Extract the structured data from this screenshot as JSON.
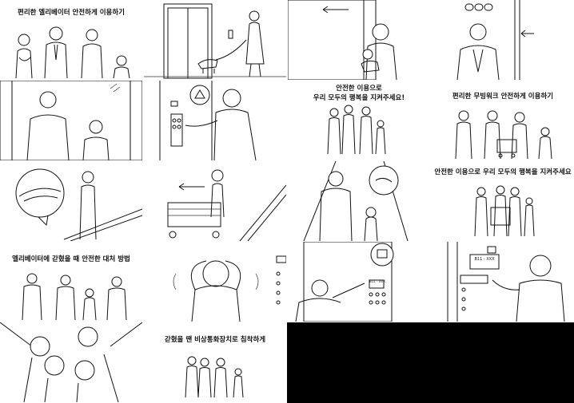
{
  "captions": {
    "p1": "편리한 엘리베이터 안전하게 이용하기",
    "p7_line1": "안전한 이용으로",
    "p7_line2": "우리 모두의 행복을 지켜주세요!",
    "p8": "편리한 무빙워크 안전하게 이용하기",
    "p12": "안전한 이용으로 우리 모두의 행복을 지켜주세요",
    "p13": "엘리베이터에 갇혔을 때 안전한 대처 방법",
    "p18": "갇혔을 땐 비상통화장치로 침착하게"
  },
  "signs": {
    "p16_label": "B11 - XXX",
    "p17_label": "B11 - XXX"
  },
  "colors": {
    "ink": "#111111",
    "paper": "#ffffff",
    "empty_cell": "#000000"
  }
}
